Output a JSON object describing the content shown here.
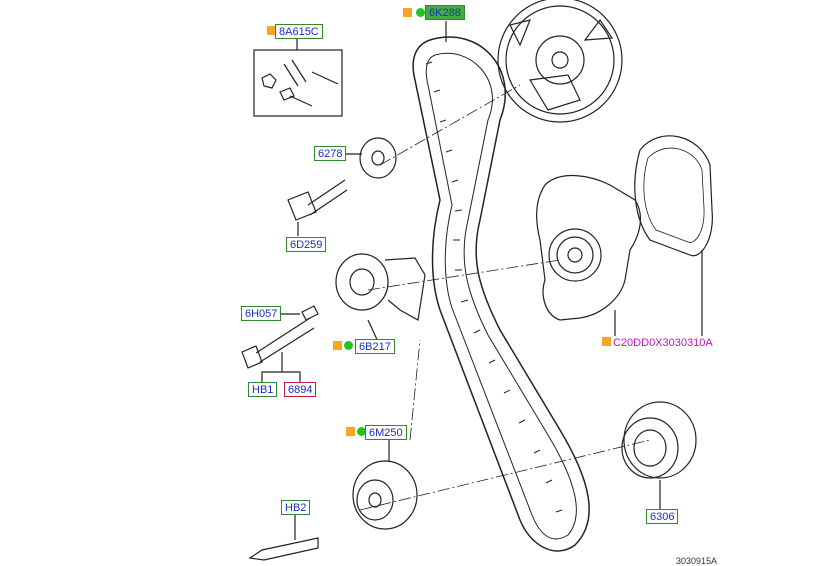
{
  "callouts": {
    "c_8a615c": "8A615C",
    "c_6k288": "6K288",
    "c_6278": "6278",
    "c_6d259": "6D259",
    "c_6h057": "6H057",
    "c_6b217": "6B217",
    "c_hb1": "HB1",
    "c_6894": "6894",
    "c_6m250": "6M250",
    "c_hb2": "HB2",
    "c_6306": "6306",
    "c_c20dd": "C20DD0X3030310A"
  },
  "reference": "3030915A",
  "colors": {
    "line": "#222222",
    "callout_border": "#2f8a2f",
    "callout_text": "#1a2fc4",
    "red_border": "#c0203a",
    "magenta": "#c014c0",
    "orange_marker": "#f5a623",
    "green_marker": "#22c322"
  }
}
